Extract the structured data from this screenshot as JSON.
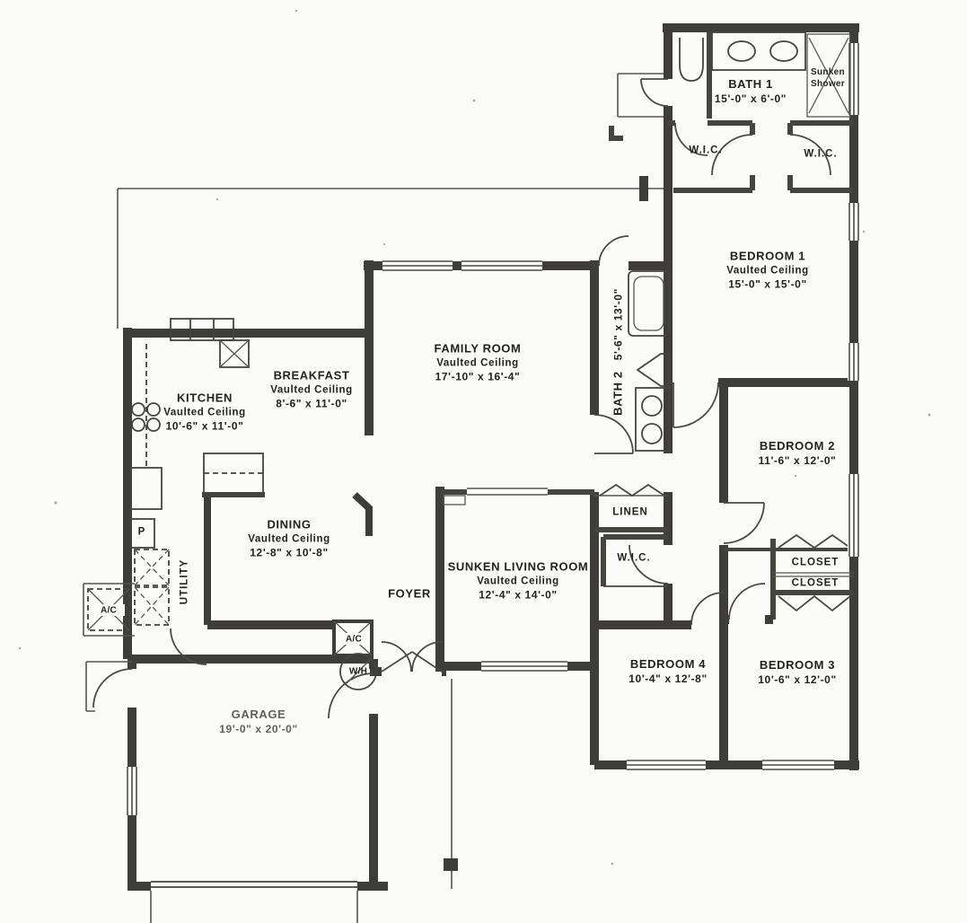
{
  "rooms": {
    "bath1": {
      "name": "BATH 1",
      "dims": "15'-0\" x 6'-0\""
    },
    "shower": {
      "line1": "Sunken",
      "line2": "Shower"
    },
    "wic_a": {
      "name": "W.I.C."
    },
    "wic_b": {
      "name": "W.I.C."
    },
    "bedroom1": {
      "name": "BEDROOM 1",
      "sub": "Vaulted Ceiling",
      "dims": "15'-0\" x 15'-0\""
    },
    "bath2": {
      "name": "BATH 2",
      "dims": "5'-6\" x 13'-0\""
    },
    "family": {
      "name": "FAMILY ROOM",
      "sub": "Vaulted Ceiling",
      "dims": "17'-10\" x 16'-4\""
    },
    "breakfast": {
      "name": "BREAKFAST",
      "sub": "Vaulted Ceiling",
      "dims": "8'-6\" x 11'-0\""
    },
    "kitchen": {
      "name": "KITCHEN",
      "sub": "Vaulted Ceiling",
      "dims": "10'-6\" x 11'-0\""
    },
    "dining": {
      "name": "DINING",
      "sub": "Vaulted Ceiling",
      "dims": "12'-8\" x 10'-8\""
    },
    "living": {
      "name": "SUNKEN LIVING ROOM",
      "sub": "Vaulted Ceiling",
      "dims": "12'-4\" x 14'-0\""
    },
    "foyer": {
      "name": "FOYER"
    },
    "utility": {
      "name": "UTILITY"
    },
    "pantry": {
      "name": "P"
    },
    "linen": {
      "name": "LINEN"
    },
    "wic_hall": {
      "name": "W.I.C."
    },
    "bedroom2": {
      "name": "BEDROOM 2",
      "dims": "11'-6\" x 12'-0\""
    },
    "closet_a": {
      "name": "CLOSET"
    },
    "closet_b": {
      "name": "CLOSET"
    },
    "bedroom4": {
      "name": "BEDROOM 4",
      "dims": "10'-4\" x 12'-8\""
    },
    "bedroom3": {
      "name": "BEDROOM 3",
      "dims": "10'-6\" x 12'-0\""
    },
    "garage": {
      "name": "GARAGE",
      "dims": "19'-0\" x 20'-0\""
    }
  },
  "equipment": {
    "ac_outdoor": "A/C",
    "ac_indoor": "A/C",
    "water_heater": "W/H"
  },
  "colors": {
    "wall": "#3e3d3a",
    "ink": "#23221f",
    "paper": "#fbfbf9"
  }
}
